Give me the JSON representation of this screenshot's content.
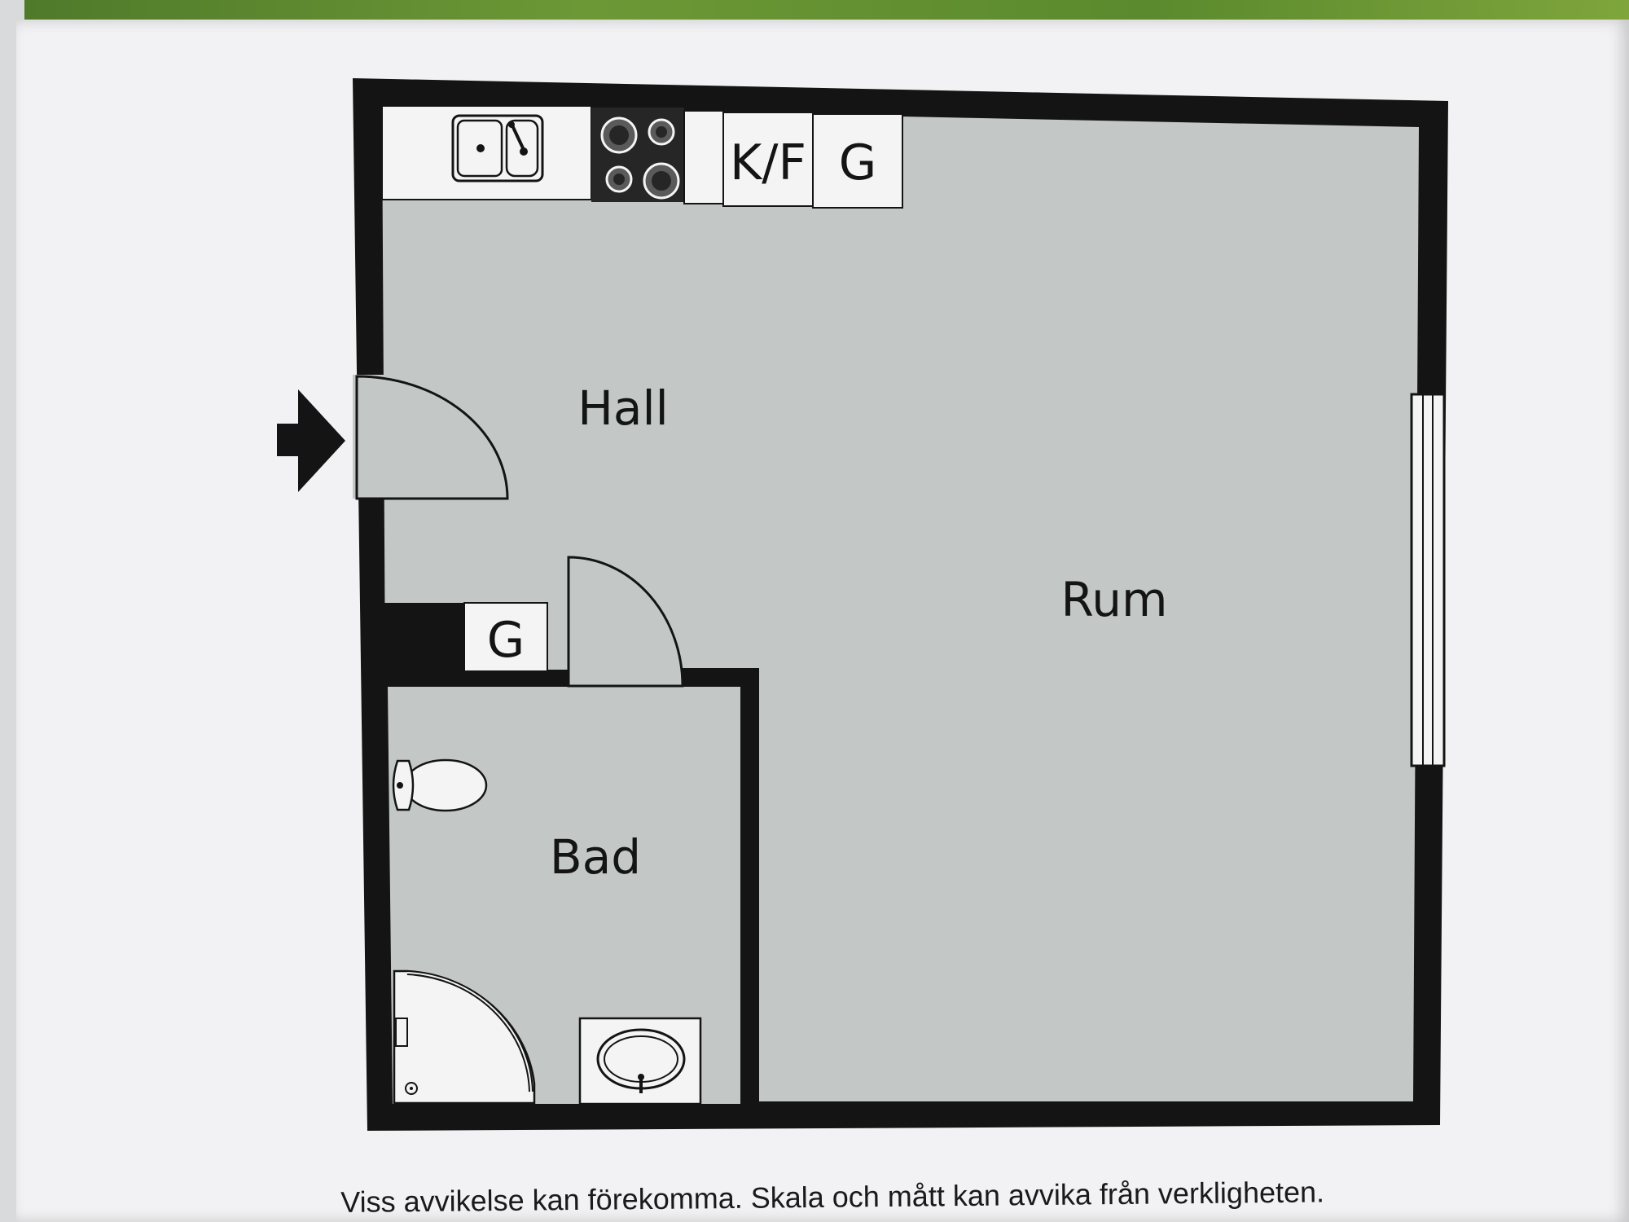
{
  "rooms": {
    "hall": "Hall",
    "rum": "Rum",
    "bad": "Bad"
  },
  "appliances": {
    "fridge_freezer": "K/F",
    "wardrobe_kitchen": "G",
    "wardrobe_hall": "G"
  },
  "disclaimer": "Viss avvikelse kan förekomma. Skala och mått kan avvika från verkligheten.",
  "icons": {
    "entrance": "entrance-arrow-icon",
    "sink": "kitchen-sink-icon",
    "stove": "stove-icon",
    "toilet": "toilet-icon",
    "shower": "shower-icon",
    "washbasin": "washbasin-icon"
  },
  "colors": {
    "floor": "#c3c8c7",
    "wall": "#141414",
    "fixture": "#f4f4f4",
    "paper": "#f2f2f4"
  }
}
